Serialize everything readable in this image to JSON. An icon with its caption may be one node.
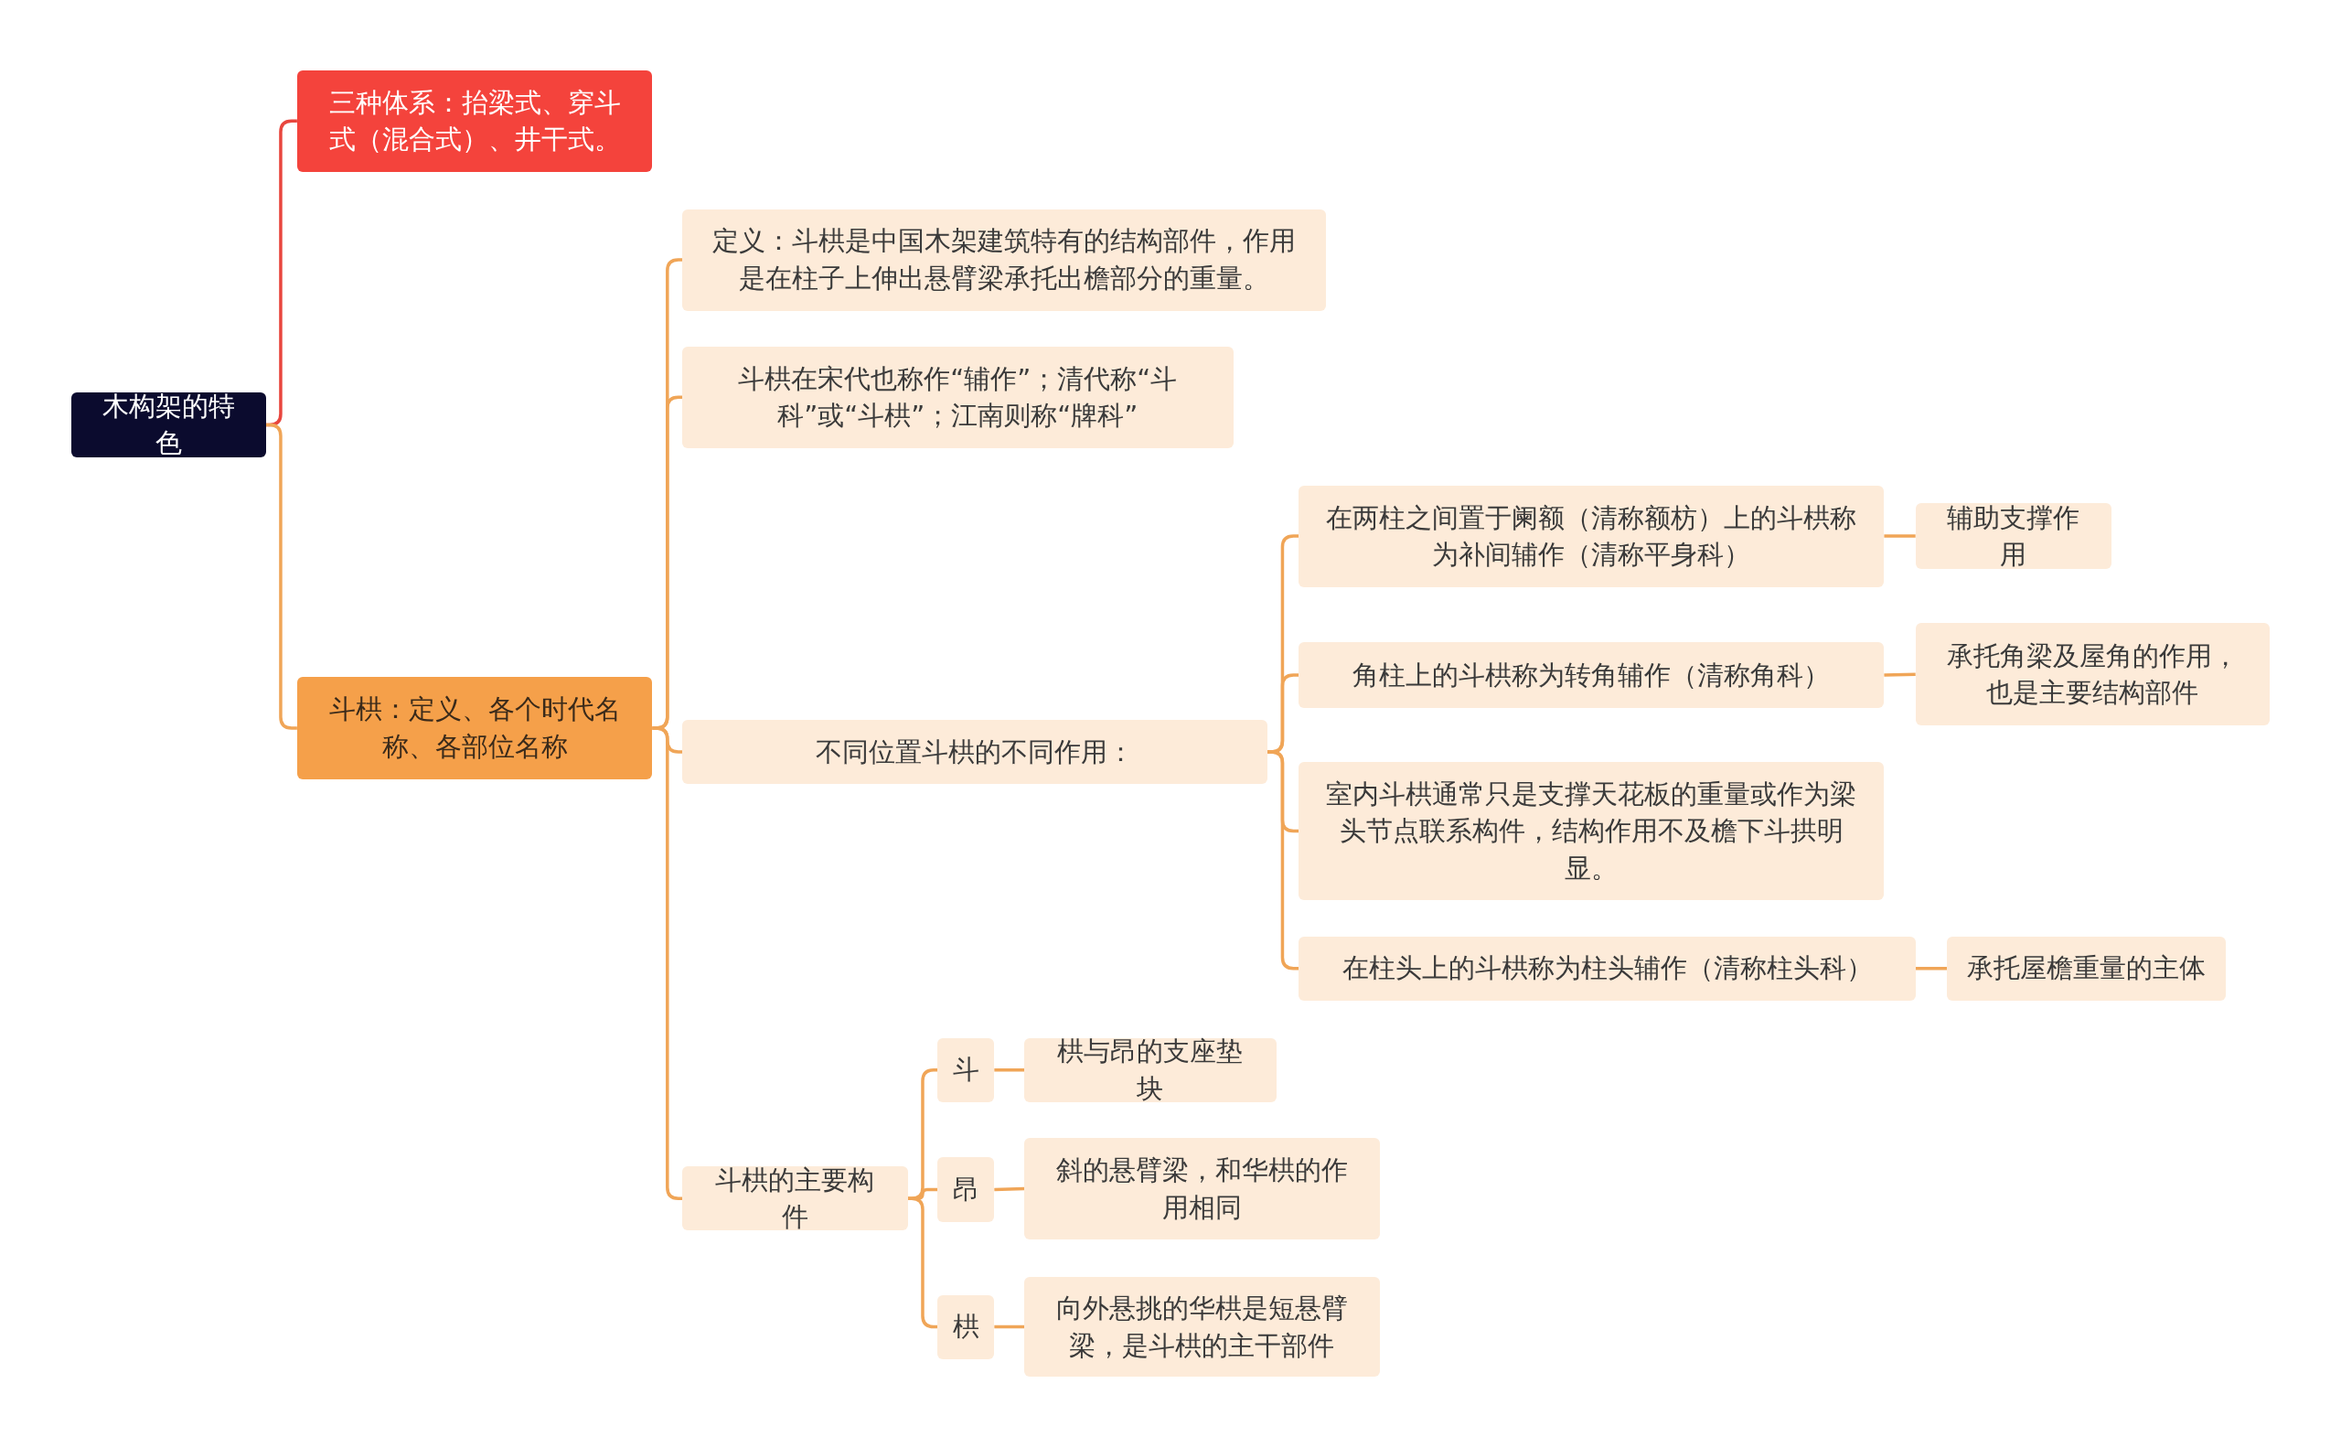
{
  "diagram": {
    "nodes": [
      {
        "text": [
          "木构架的特色"
        ]
      },
      {
        "text": [
          "三种体系：抬梁式、穿斗式（混合式）、井干式。"
        ]
      },
      {
        "text": [
          "斗栱：定义、各个时代名称、各部位名称"
        ]
      },
      {
        "text": [
          "定义：斗栱是中国木架建筑特有的结构部件，作用是在柱子上伸出悬臂梁承托出檐部分的重量。"
        ]
      },
      {
        "text": [
          "斗栱在宋代也称作“辅作”；清代称“斗科”或“斗栱”；江南则称“牌科”"
        ]
      },
      {
        "text": [
          "不同位置斗栱的不同作用："
        ]
      },
      {
        "text": [
          "在两柱之间置于阑额（清称额枋）上的斗栱称为补间辅作（清称平身科）"
        ]
      },
      {
        "text": [
          "辅助支撑作用"
        ]
      },
      {
        "text": [
          "角柱上的斗栱称为转角辅作（清称角科）"
        ]
      },
      {
        "text": [
          "承托角梁及屋角的作用，也是主要结构部件"
        ]
      },
      {
        "text": [
          "室内斗栱通常只是支撑天花板的重量或作为梁头节点联系构件，结构作用不及檐下斗拱明显。"
        ]
      },
      {
        "text": [
          "在柱头上的斗栱称为柱头辅作（清称柱头科）"
        ]
      },
      {
        "text": [
          "承托屋檐重量的主体"
        ]
      },
      {
        "text": [
          "斗栱的主要构件"
        ]
      },
      {
        "text": [
          "斗"
        ]
      },
      {
        "text": [
          "栱与昂的支座垫块"
        ]
      },
      {
        "text": [
          "昂"
        ]
      },
      {
        "text": [
          "斜的悬臂梁，和华栱的作用相同"
        ]
      },
      {
        "text": [
          "栱"
        ]
      },
      {
        "text": [
          "向外悬挑的华栱是短悬臂梁，是斗栱的主干部件"
        ]
      }
    ],
    "edges": [
      {
        "from": 0,
        "to": 1,
        "arrow": "none",
        "color": "#e8463e"
      },
      {
        "from": 0,
        "to": 2,
        "arrow": "none"
      },
      {
        "from": 2,
        "to": 3,
        "arrow": "none"
      },
      {
        "from": 2,
        "to": 4,
        "arrow": "none"
      },
      {
        "from": 2,
        "to": 5,
        "arrow": "none"
      },
      {
        "from": 2,
        "to": 13,
        "arrow": "none"
      },
      {
        "from": 5,
        "to": 6,
        "arrow": "none"
      },
      {
        "from": 5,
        "to": 8,
        "arrow": "none"
      },
      {
        "from": 5,
        "to": 10,
        "arrow": "none"
      },
      {
        "from": 5,
        "to": 11,
        "arrow": "none"
      },
      {
        "from": 6,
        "to": 7,
        "arrow": "none"
      },
      {
        "from": 8,
        "to": 9,
        "arrow": "none"
      },
      {
        "from": 11,
        "to": 12,
        "arrow": "none"
      },
      {
        "from": 13,
        "to": 14,
        "arrow": "none"
      },
      {
        "from": 13,
        "to": 16,
        "arrow": "none"
      },
      {
        "from": 13,
        "to": 18,
        "arrow": "none"
      },
      {
        "from": 14,
        "to": 15,
        "arrow": "none"
      },
      {
        "from": 16,
        "to": 17,
        "arrow": "none"
      },
      {
        "from": 18,
        "to": 19,
        "arrow": "none"
      }
    ]
  }
}
